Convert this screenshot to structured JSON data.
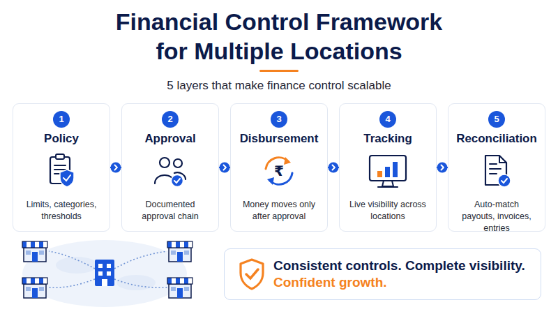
{
  "diagram": {
    "title": "Financial Control Framework for Multiple Locations",
    "nodes": [
      {
        "text": [
          "Policy",
          "Limits, categories, thresholds"
        ]
      },
      {
        "text": [
          "1"
        ],
        "in": 0
      },
      {
        "text": [
          "Approval",
          "Documented approval chain"
        ]
      },
      {
        "text": [
          "2"
        ],
        "in": 2
      },
      {
        "text": [
          "Disbursement",
          "Money moves only after approval"
        ]
      },
      {
        "text": [
          "3"
        ],
        "in": 4
      },
      {
        "text": [
          "Tracking",
          "Live visibility across locations"
        ]
      },
      {
        "text": [
          "4"
        ],
        "in": 6
      },
      {
        "text": [
          "Reconciliation",
          "Auto-match payouts, invoices, entries"
        ]
      },
      {
        "text": [
          "5"
        ],
        "in": 8
      },
      {
        "text": [
          "Consistent controls. Complete visibility.",
          "Confident growth."
        ]
      }
    ],
    "edges": [
      {
        "from": 0,
        "to": 2,
        "arrow": "to"
      },
      {
        "from": 2,
        "to": 4,
        "arrow": "to"
      },
      {
        "from": 4,
        "to": 6,
        "arrow": "to"
      },
      {
        "from": 6,
        "to": 8,
        "arrow": "to"
      }
    ],
    "labels": [
      "5 layers that make finance control scalable",
      "₹"
    ]
  }
}
